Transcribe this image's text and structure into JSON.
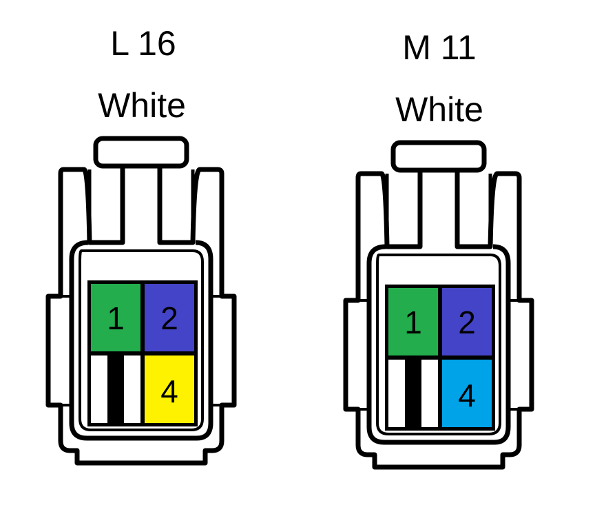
{
  "connectors": [
    {
      "id": "L16",
      "title": "L 16",
      "color_label": "White",
      "pins": [
        {
          "number": "1",
          "color": "#23ad4d"
        },
        {
          "number": "2",
          "color": "#4444c8"
        },
        {
          "number": "4",
          "color": "#fff200"
        }
      ],
      "blank_pin": {
        "stripe": "black-white"
      }
    },
    {
      "id": "M11",
      "title": "M 11",
      "color_label": "White",
      "pins": [
        {
          "number": "1",
          "color": "#23ad4d"
        },
        {
          "number": "2",
          "color": "#4444c8"
        },
        {
          "number": "4",
          "color": "#00a2e8"
        }
      ],
      "blank_pin": {
        "stripe": "black-white"
      }
    }
  ]
}
